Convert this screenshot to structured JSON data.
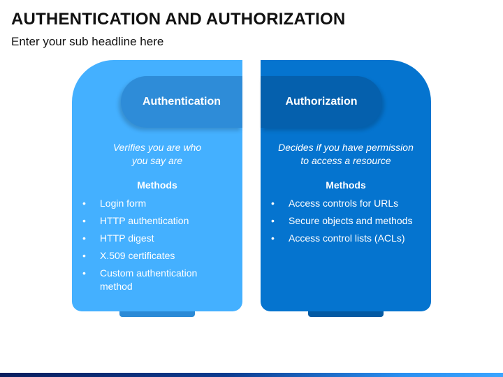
{
  "title": "AUTHENTICATION AND AUTHORIZATION",
  "subtitle": "Enter your sub headline here",
  "colors": {
    "left_card": "#44b0ff",
    "left_pill": "#2e8cd8",
    "right_card": "#0574cf",
    "right_pill": "#0560ad"
  },
  "authentication": {
    "heading": "Authentication",
    "description_line1": "Verifies you are who",
    "description_line2": "you say are",
    "methods_label": "Methods",
    "methods": [
      "Login form",
      "HTTP authentication",
      "HTTP digest",
      "X.509 certificates",
      "Custom authentication method"
    ]
  },
  "authorization": {
    "heading": "Authorization",
    "description_line1": "Decides if you have permission",
    "description_line2": "to access a resource",
    "methods_label": "Methods",
    "methods": [
      "Access controls for URLs",
      "Secure objects and methods",
      "Access control lists (ACLs)"
    ]
  }
}
